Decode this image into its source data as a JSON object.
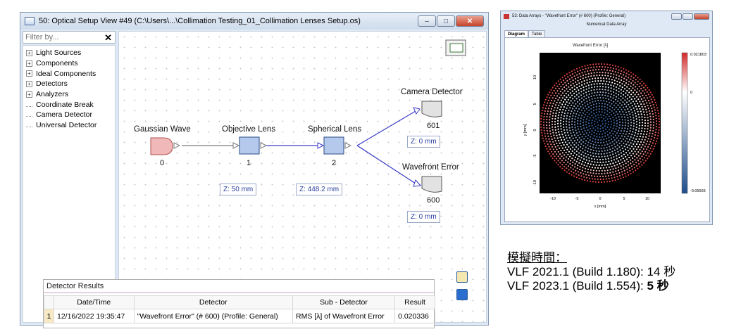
{
  "main_window": {
    "title": "50: Optical Setup View #49 (C:\\Users\\...\\Collimation Testing_01_Collimation Lenses Setup.os)",
    "buttons": {
      "minimize": "‒",
      "maximize": "□",
      "close": "✕"
    }
  },
  "filter": {
    "placeholder": "Filter by...",
    "value": "",
    "clear_label": "✕"
  },
  "tree": {
    "items": [
      {
        "label": "Light Sources",
        "expandable": true
      },
      {
        "label": "Components",
        "expandable": true
      },
      {
        "label": "Ideal Components",
        "expandable": true
      },
      {
        "label": "Detectors",
        "expandable": true
      },
      {
        "label": "Analyzers",
        "expandable": true
      },
      {
        "label": "Coordinate Break",
        "expandable": false
      },
      {
        "label": "Camera Detector",
        "expandable": false
      },
      {
        "label": "Universal Detector",
        "expandable": false
      }
    ],
    "expander_glyph": "+"
  },
  "setup": {
    "gaussian": {
      "label": "Gaussian Wave",
      "num": "0"
    },
    "objective": {
      "label": "Objective Lens",
      "num": "1",
      "z": "Z: 50 mm"
    },
    "spherical": {
      "label": "Spherical Lens",
      "num": "2",
      "z": "Z: 448.2 mm"
    },
    "camera": {
      "label": "Camera Detector",
      "num": "601",
      "z": "Z: 0 mm"
    },
    "wavefront": {
      "label": "Wavefront Error",
      "num": "600",
      "z": "Z: 0 mm"
    }
  },
  "results": {
    "title": "Detector Results",
    "columns": [
      "Date/Time",
      "Detector",
      "Sub - Detector",
      "Result"
    ],
    "rows": [
      {
        "index": "1",
        "datetime": "12/16/2022 19:35:47",
        "detector": "\"Wavefront Error\" (# 600) (Profile: General)",
        "sub_detector": "RMS [λ] of Wavefront Error",
        "result": "0.020336"
      }
    ]
  },
  "data_window": {
    "title": "53: Data Arrays - \"Wavefront Error\" (# 600) (Profile: General)",
    "subtitle": "Numerical Data Array",
    "tabs": [
      "Diagram",
      "Table"
    ],
    "plot_title": "Wavefront Error [λ]",
    "xlabel": "x [mm]",
    "ylabel": "y [mm]",
    "xticks": [
      "-10",
      "-5",
      "0",
      "5",
      "10"
    ],
    "yticks": [
      "10",
      "5",
      "0",
      "-5",
      "-10"
    ],
    "colorbar": {
      "max": "0.021803",
      "mid": "0",
      "min": "-0.05565"
    },
    "colors": {
      "positive": "#d42a2a",
      "negative": "#1f4e8c",
      "neutral": "#ffffff"
    }
  },
  "note": {
    "heading": "模擬時間：",
    "line1": "VLF 2021.1 (Build 1.180):  14 秒",
    "line2_prefix": "VLF 2023.1 (Build 1.554):  ",
    "line2_value": "5 秒"
  }
}
